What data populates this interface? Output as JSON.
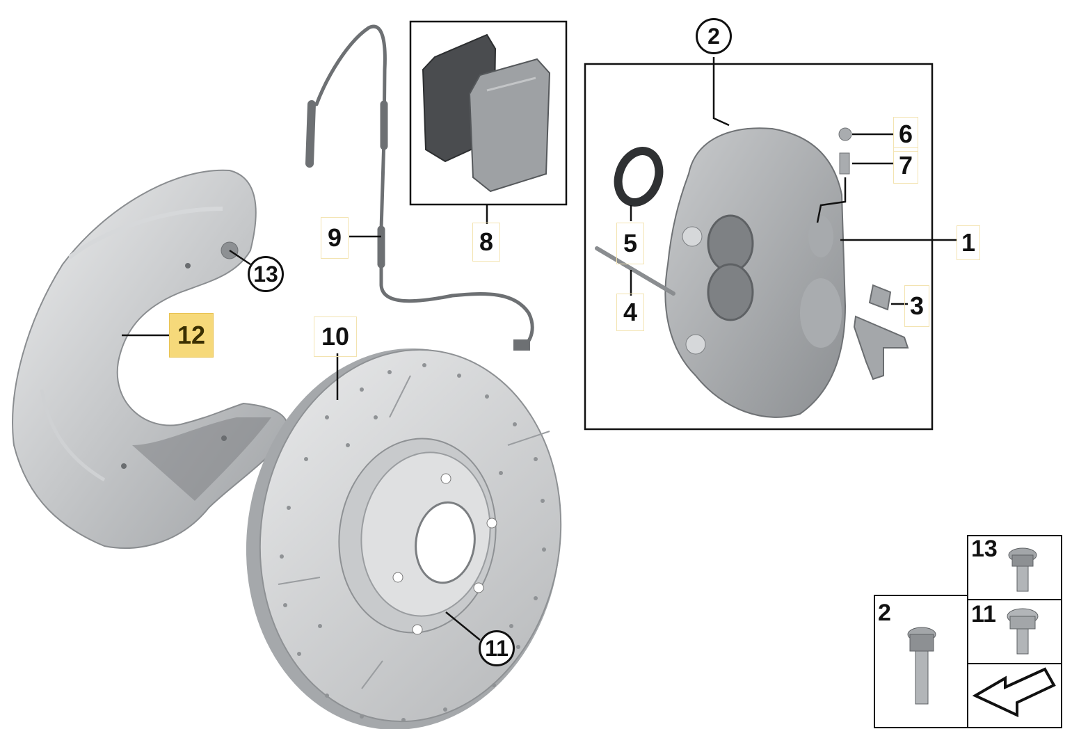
{
  "callouts": {
    "c1": "1",
    "c2": "2",
    "c3": "3",
    "c4": "4",
    "c5": "5",
    "c6": "6",
    "c7": "7",
    "c8": "8",
    "c9": "9",
    "c10": "10",
    "c11": "11",
    "c12": "12",
    "c13": "13"
  },
  "legend": {
    "bolt13": "13",
    "bolt2": "2",
    "bolt11": "11"
  },
  "colors": {
    "highlight": "#f6d97a",
    "line": "#111111",
    "part": "#b9bcbf",
    "part_dark": "#8e9194"
  }
}
